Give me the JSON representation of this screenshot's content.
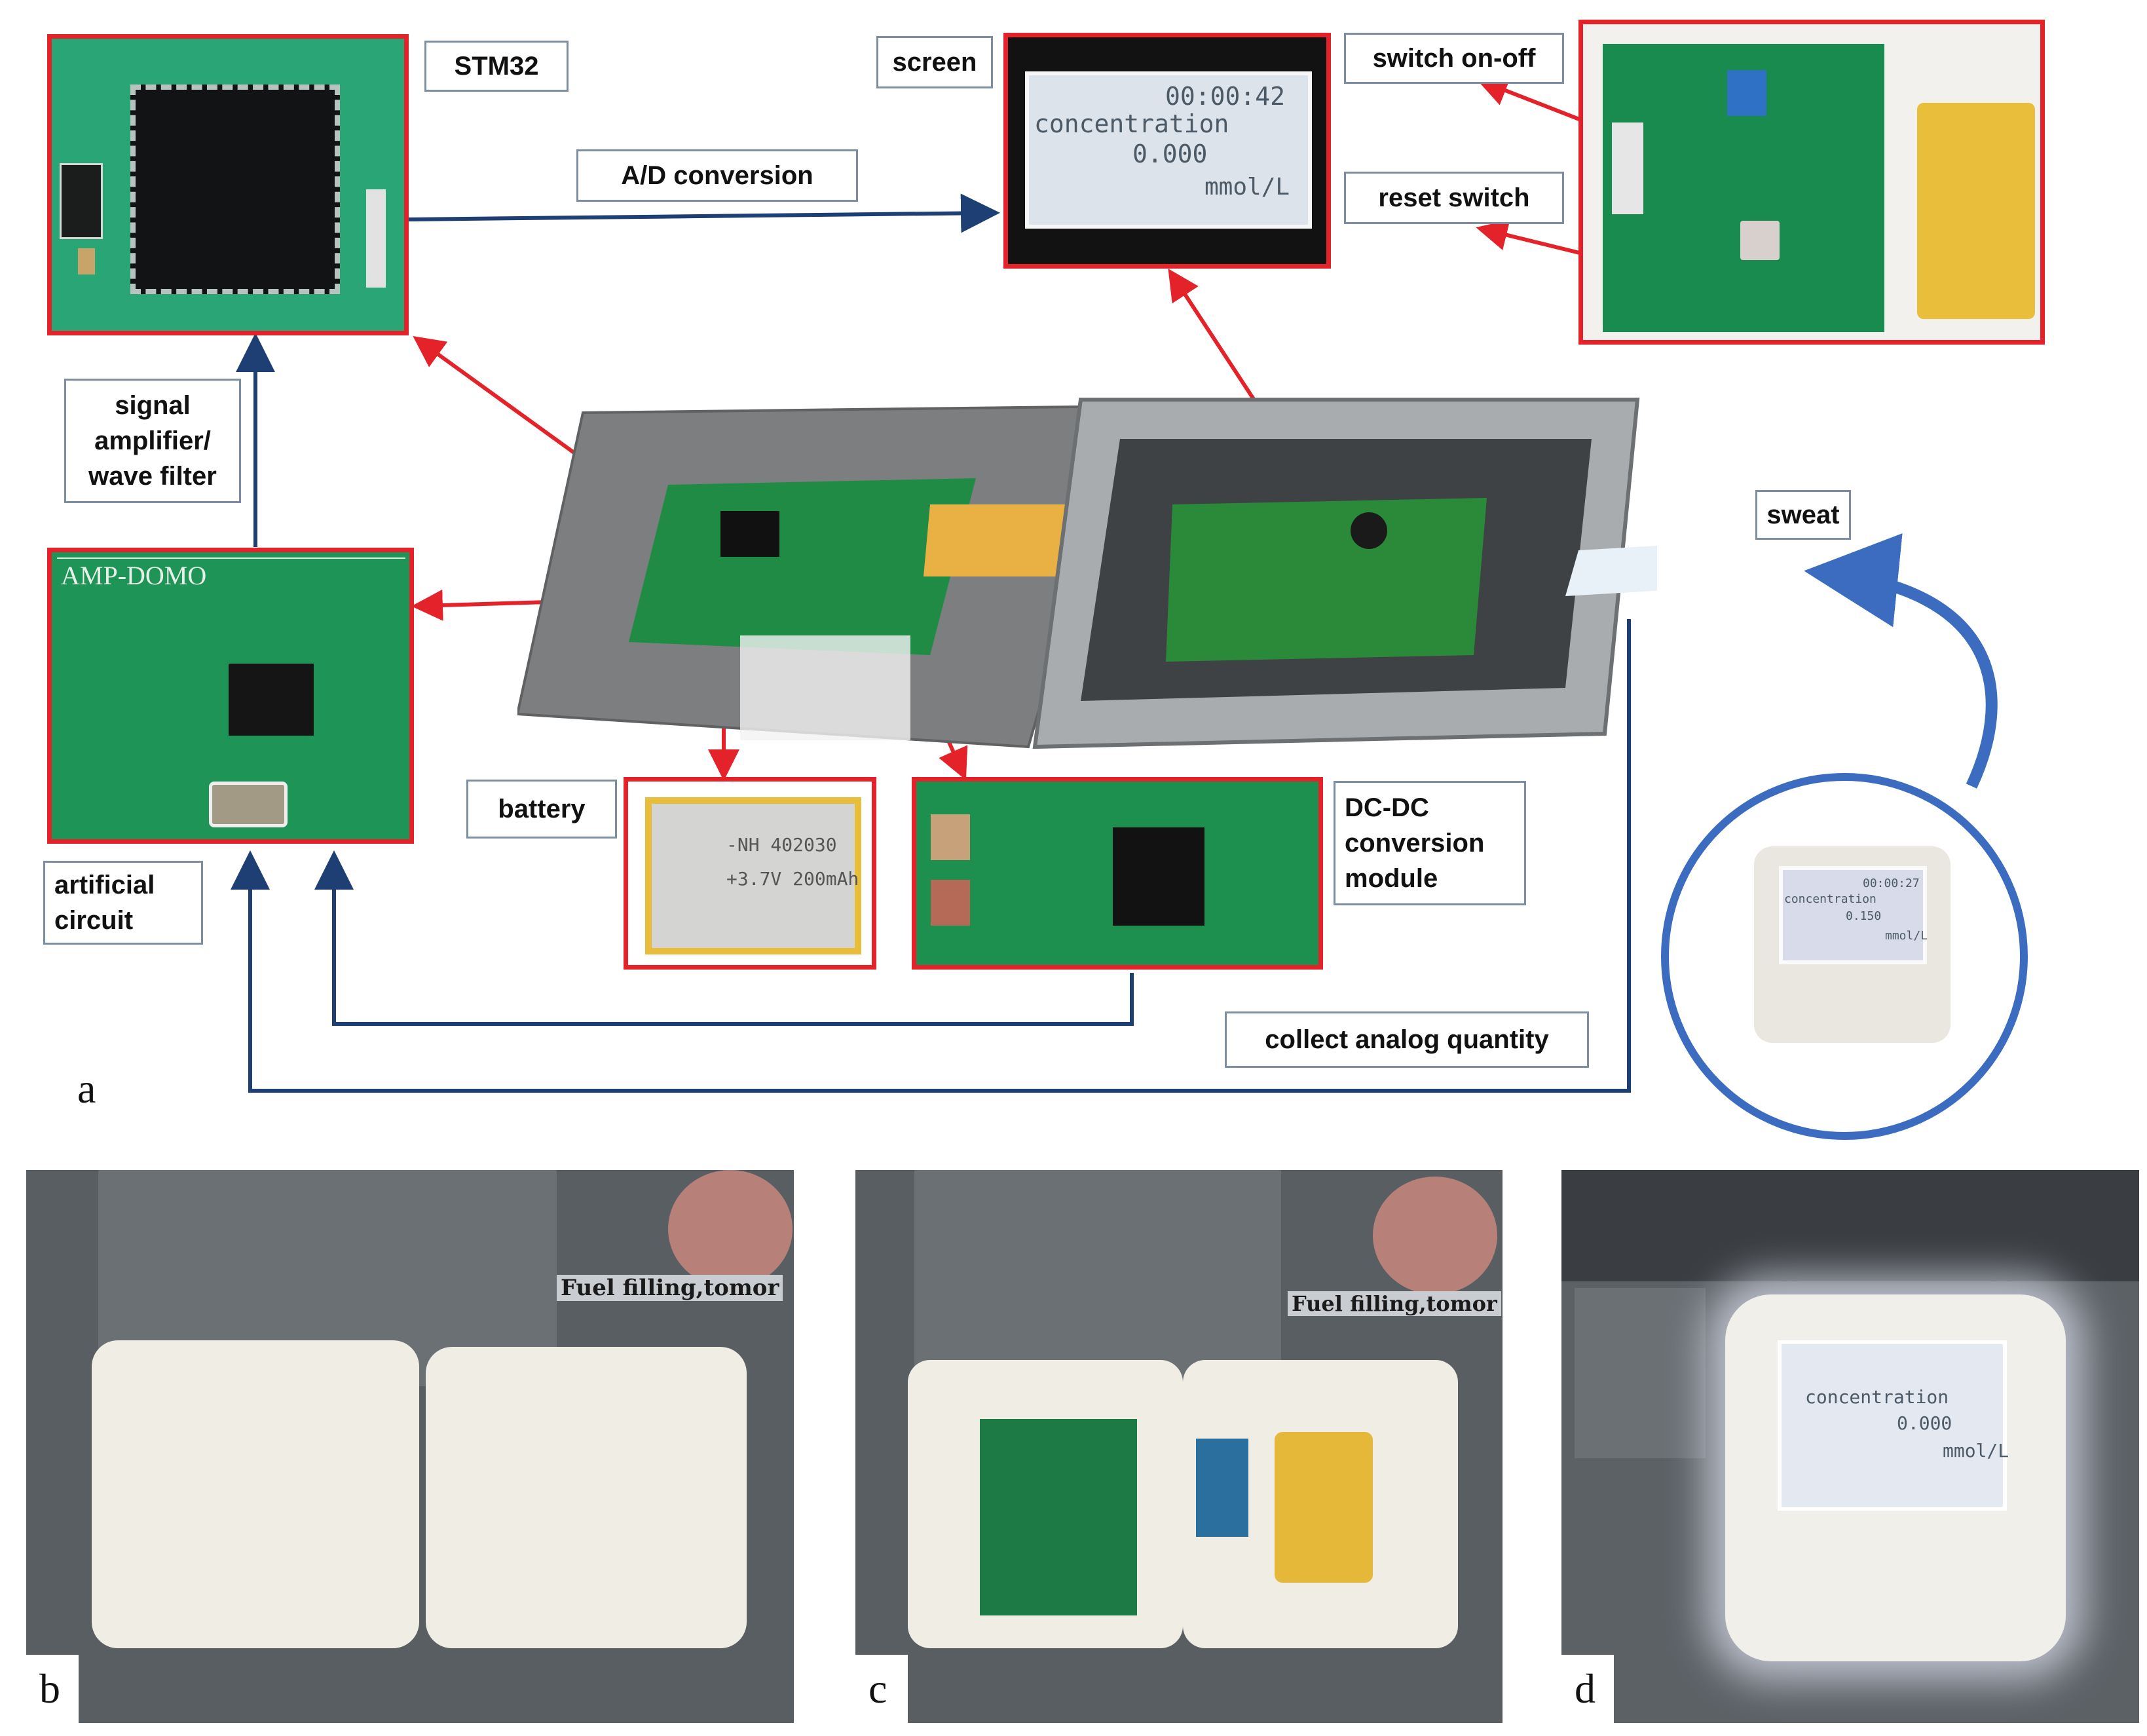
{
  "labels": {
    "stm32": "STM32",
    "screen": "screen",
    "switch_on_off": "switch on-off",
    "reset_switch": "reset switch",
    "ad_conversion": "A/D conversion",
    "signal_amplifier": "signal\namplifier/\nwave filter",
    "sweat": "sweat",
    "battery": "battery",
    "dcdc": "DC-DC\nconversion\nmodule",
    "artificial_circuit": "artificial\ncircuit",
    "collect_analog": "collect analog quantity"
  },
  "lcd": {
    "time": "00:00:42",
    "label": "concentration",
    "value": "0.000",
    "unit": "mmol/L"
  },
  "mini_lcd": {
    "time": "00:00:27",
    "label": "concentration",
    "value": "0.150",
    "unit": "mmol/L"
  },
  "photo_d_lcd": {
    "label": "concentration",
    "value": "0.000",
    "unit": "mmol/L"
  },
  "pcb_text": {
    "amp_board": "AMP-DOMO",
    "battery_print_1": "-NH 402030",
    "battery_print_2": "+3.7V 200mAh",
    "sticker": "Fuel filling,tomor"
  },
  "panels": [
    "a",
    "b",
    "c",
    "d"
  ],
  "colors": {
    "highlight_red": "#e4222a",
    "flow_blue": "#1e3f73",
    "pcb_green": "#1f9a5c",
    "loop_blue": "#3b6cc0"
  }
}
